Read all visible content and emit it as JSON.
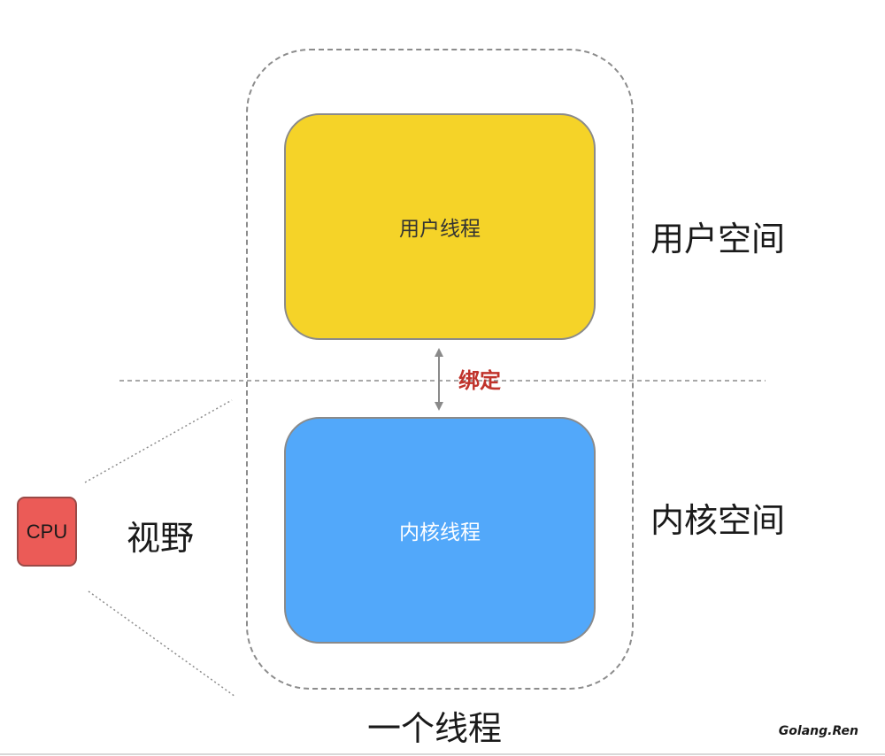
{
  "diagram": {
    "outer_caption": "一个线程",
    "user_thread_label": "用户线程",
    "kernel_thread_label": "内核线程",
    "bind_label": "绑定",
    "user_space_label": "用户空间",
    "kernel_space_label": "内核空间",
    "view_label": "视野",
    "cpu_label": "CPU"
  },
  "brand": "Golang.Ren",
  "colors": {
    "user_thread": "#f5d328",
    "kernel_thread": "#52a8fa",
    "cpu": "#eb5b57",
    "bind_text": "#c0332b",
    "dashed_lines": "#8c8c8c"
  }
}
